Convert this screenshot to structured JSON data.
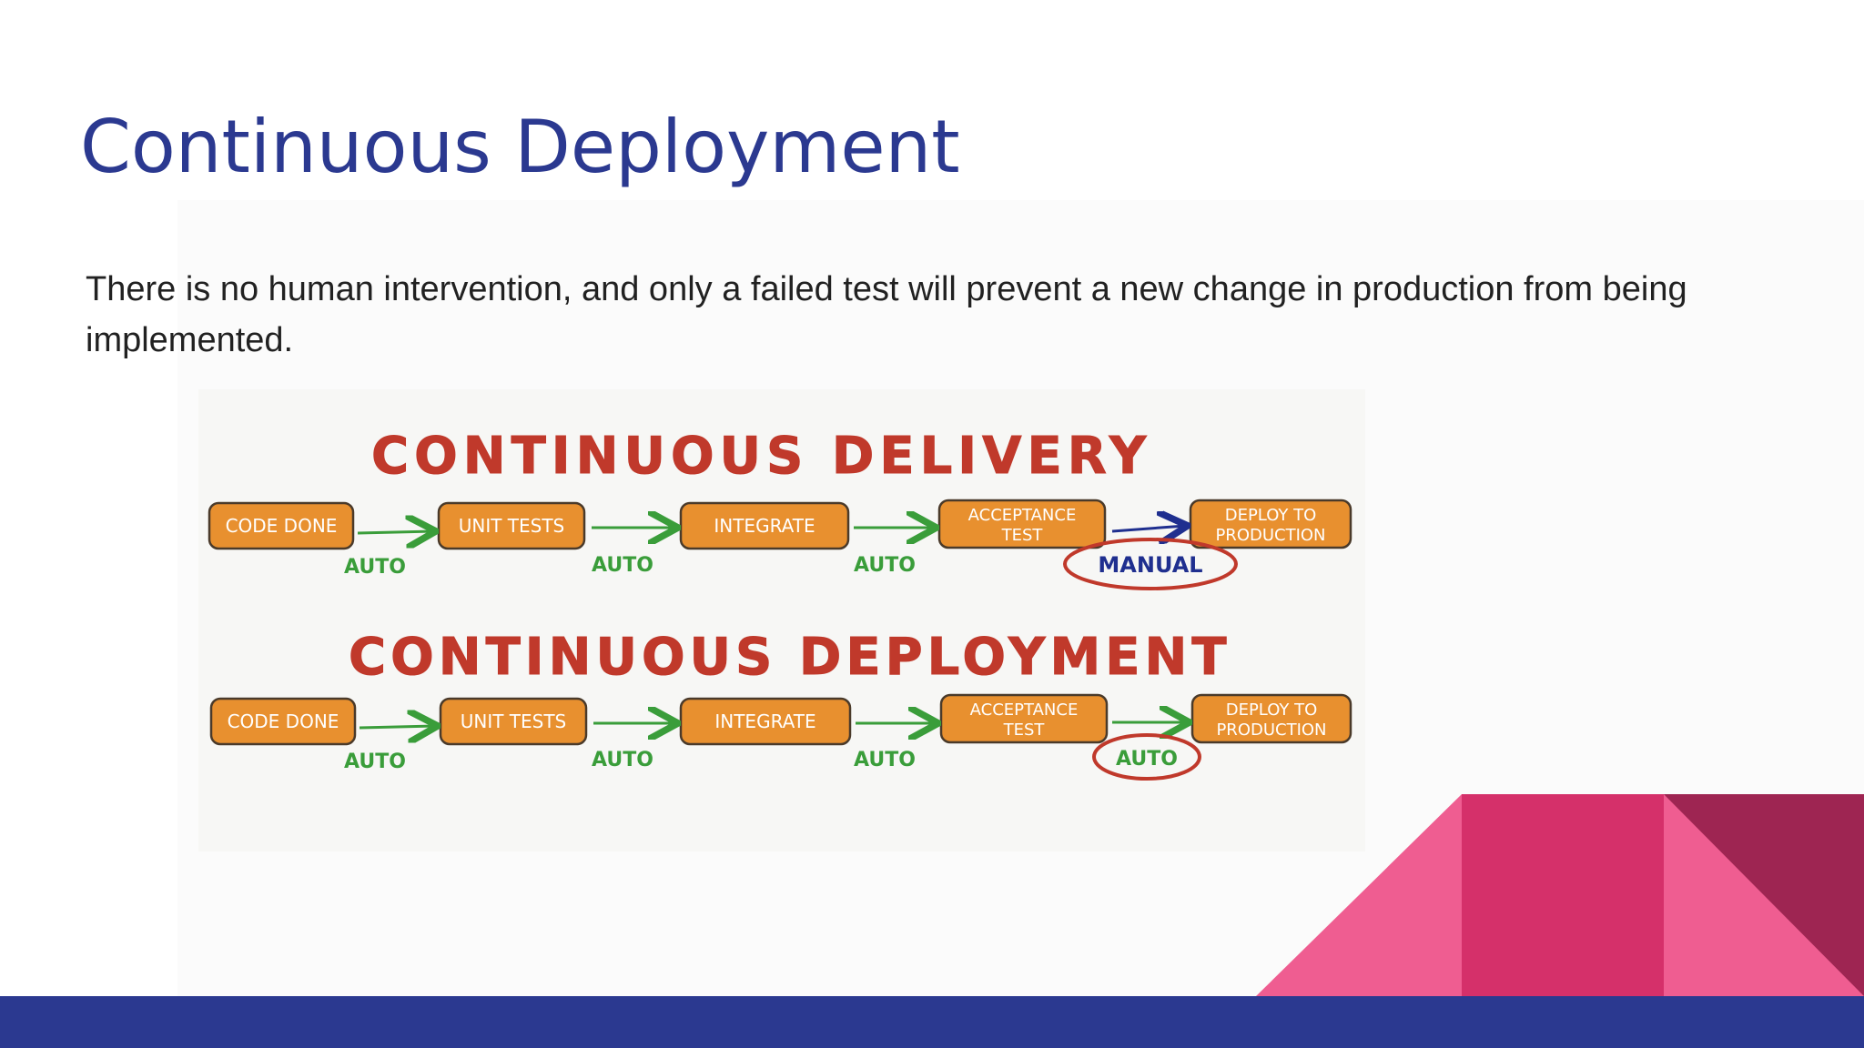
{
  "slide": {
    "title": "Continuous Deployment",
    "body": "There is no human intervention, and only a failed test will prevent a new change in production from being implemented."
  },
  "diagram": {
    "delivery": {
      "heading": "CONTINUOUS DELIVERY",
      "steps": [
        "CODE DONE",
        "UNIT TESTS",
        "INTEGRATE",
        "ACCEPTANCE",
        "TEST",
        "DEPLOY TO",
        "PRODUCTION"
      ],
      "transitions": [
        "AUTO",
        "AUTO",
        "AUTO",
        "MANUAL"
      ]
    },
    "deployment": {
      "heading": "CONTINUOUS DEPLOYMENT",
      "steps": [
        "CODE DONE",
        "UNIT TESTS",
        "INTEGRATE",
        "ACCEPTANCE",
        "TEST",
        "DEPLOY TO",
        "PRODUCTION"
      ],
      "transitions": [
        "AUTO",
        "AUTO",
        "AUTO",
        "AUTO"
      ]
    }
  },
  "colors": {
    "title": "#2b3990",
    "box_fill": "#e8902f",
    "heading_red": "#c0392b",
    "auto_green": "#3a9d3a",
    "manual_blue": "#1f2f8f",
    "footer": "#2b3990",
    "pink_light": "#ef5d91",
    "pink_mid": "#d5306a",
    "pink_dark": "#9e2552"
  }
}
